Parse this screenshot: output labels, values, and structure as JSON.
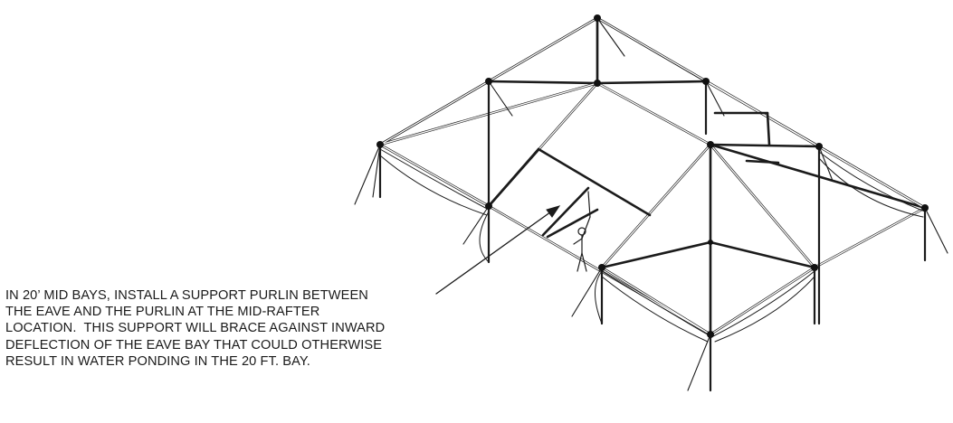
{
  "diagram": {
    "subject": "tent-frame-isometric",
    "note_lines": [
      "IN 20’ MID BAYS, INSTALL A SUPPORT PURLIN BETWEEN",
      "THE EAVE AND THE PURLIN AT THE MID-RAFTER",
      "LOCATION.  THIS SUPPORT WILL BRACE AGAINST INWARD",
      "DEFLECTION OF THE EAVE BAY THAT COULD OTHERWISE",
      "RESULT IN WATER PONDING IN THE 20 FT. BAY."
    ],
    "colors": {
      "line": "#1b1b1b",
      "text": "#1a1a1a",
      "background": "#ffffff"
    }
  }
}
